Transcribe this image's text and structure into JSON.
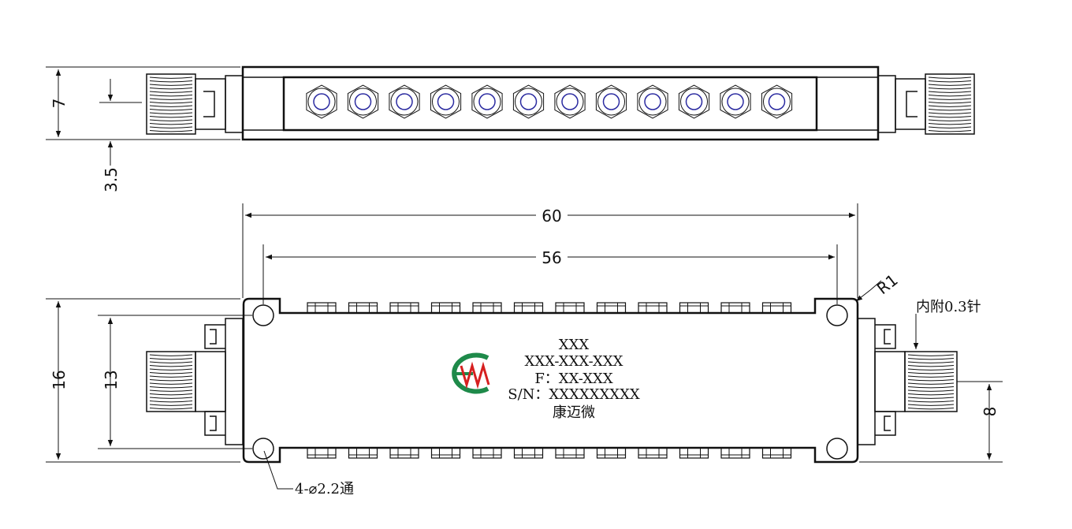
{
  "dimensions": {
    "top_height": "7",
    "top_half": "3.5",
    "overall_length": "60",
    "hole_spacing": "56",
    "overall_width": "16",
    "hole_spacing_width": "13",
    "connector_offset": "8",
    "corner_radius": "R1"
  },
  "notes": {
    "pin": "内附0.3针",
    "holes": "4-⌀2.2通"
  },
  "label": {
    "line1": "XXX",
    "line2": "XXX-XXX-XXX",
    "line3": "F：XX-XXX",
    "line4": "S/N：XXXXXXXXX",
    "line5": "康迈微"
  },
  "logo": {
    "colors": {
      "ring": "#1e8a4a",
      "wave": "#d62020"
    }
  },
  "tuning_screw_count": 12
}
